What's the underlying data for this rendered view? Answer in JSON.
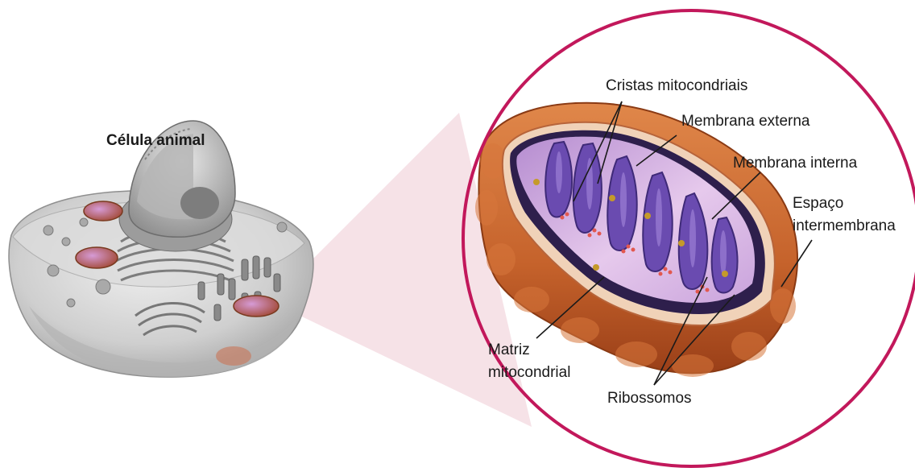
{
  "cell": {
    "title": "Célula animal"
  },
  "mitochondrion": {
    "labels": {
      "cristas": "Cristas mitocondriais",
      "membrana_externa": "Membrana externa",
      "membrana_interna": "Membrana interna",
      "espaco_line1": "Espaço",
      "espaco_line2": "intermembrana",
      "matriz_line1": "Matriz",
      "matriz_line2": "mitocondrial",
      "ribossomos": "Ribossomos"
    }
  },
  "colors": {
    "zoom_circle": "#c2185b",
    "outer_membrane": "#c8622a",
    "inner_membrane": "#5b3d9a",
    "matrix": "#d9b6e0",
    "zoom_cone": "#f3d7de",
    "cell_body": "#c9c9c9"
  }
}
